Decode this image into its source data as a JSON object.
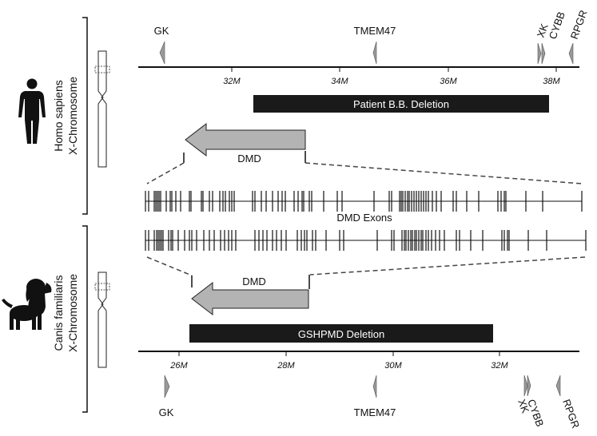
{
  "human": {
    "species": "Homo sapiens",
    "chromosome": "X-Chromosome",
    "axis_ticks": [
      "32M",
      "34M",
      "36M",
      "38M"
    ],
    "genes": [
      "GK",
      "TMEM47",
      "XK",
      "CYBB",
      "RPGR"
    ],
    "deletion_label": "Patient B.B. Deletion",
    "dmd_label": "DMD"
  },
  "exons_label": "DMD Exons",
  "dog": {
    "species": "Canis familiaris",
    "chromosome": "X-Chromosome",
    "axis_ticks": [
      "26M",
      "28M",
      "30M",
      "32M"
    ],
    "genes": [
      "GK",
      "TMEM47",
      "XK",
      "CYBB",
      "RPGR"
    ],
    "deletion_label": "GSHPMD Deletion",
    "dmd_label": "DMD"
  },
  "colors": {
    "deletion_bar": "#1a1a1a",
    "dmd_arrow": "#b3b3b3",
    "gene_marker": "#9a9a9a",
    "line": "#111111"
  },
  "icons": {
    "human": "human-silhouette-icon",
    "dog": "dog-silhouette-icon",
    "chromosome": "chromosome-icon"
  }
}
